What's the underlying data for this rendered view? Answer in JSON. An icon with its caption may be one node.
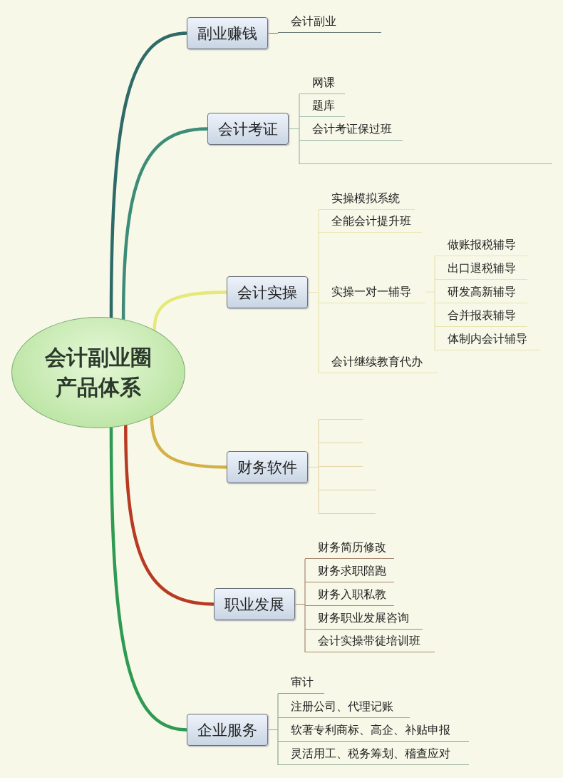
{
  "diagram": {
    "nodes": [
      {
        "text": [
          "会计副业圈产品体系"
        ]
      },
      {
        "text": [
          "副业赚钱"
        ]
      },
      {
        "text": [
          "会计副业"
        ]
      },
      {
        "text": [
          "会计考证"
        ]
      },
      {
        "text": [
          "网课"
        ]
      },
      {
        "text": [
          "题库"
        ]
      },
      {
        "text": [
          "会计考证保过班"
        ]
      },
      {
        "text": [],
        "shape": "bar"
      },
      {
        "text": [
          "会计实操"
        ]
      },
      {
        "text": [
          "实操模拟系统"
        ]
      },
      {
        "text": [
          "全能会计提升班"
        ]
      },
      {
        "text": [
          "实操一对一辅导"
        ]
      },
      {
        "text": [
          "做账报税辅导"
        ]
      },
      {
        "text": [
          "出口退税辅导"
        ]
      },
      {
        "text": [
          "研发高新辅导"
        ]
      },
      {
        "text": [
          "合并报表辅导"
        ]
      },
      {
        "text": [
          "体制内会计辅导"
        ]
      },
      {
        "text": [
          "会计继续教育代办"
        ]
      },
      {
        "text": [
          "财务软件"
        ]
      },
      {
        "text": [],
        "shape": "bar"
      },
      {
        "text": [],
        "shape": "bar"
      },
      {
        "text": [],
        "shape": "bar"
      },
      {
        "text": [],
        "shape": "bar"
      },
      {
        "text": [],
        "shape": "bar"
      },
      {
        "text": [
          "职业发展"
        ]
      },
      {
        "text": [
          "财务简历修改"
        ]
      },
      {
        "text": [
          "财务求职陪跑"
        ]
      },
      {
        "text": [
          "财务入职私教"
        ]
      },
      {
        "text": [
          "财务职业发展咨询"
        ]
      },
      {
        "text": [
          "会计实操带徒培训班"
        ]
      },
      {
        "text": [
          "企业服务"
        ]
      },
      {
        "text": [
          "审计"
        ]
      },
      {
        "text": [
          "注册公司、代理记账"
        ]
      },
      {
        "text": [
          "软著专利商标、高企、补贴申报"
        ]
      },
      {
        "text": [
          "灵活用工、税务筹划、稽查应对"
        ]
      }
    ],
    "edges": [
      {
        "from": 0,
        "to": 1,
        "arrow": "none",
        "style": "thick",
        "color": "#2e6a68"
      },
      {
        "from": 1,
        "to": 2,
        "arrow": "none",
        "color": "#6a7a78"
      },
      {
        "from": 0,
        "to": 3,
        "arrow": "none",
        "style": "thick",
        "color": "#3c8c78"
      },
      {
        "from": 3,
        "to": 4,
        "arrow": "none",
        "color": "#9ab8a8"
      },
      {
        "from": 3,
        "to": 5,
        "arrow": "none",
        "color": "#9ab8a8"
      },
      {
        "from": 3,
        "to": 6,
        "arrow": "none",
        "color": "#9ab8a8"
      },
      {
        "from": 3,
        "to": 7,
        "arrow": "none",
        "color": "#9ab8a8"
      },
      {
        "from": 0,
        "to": 8,
        "arrow": "none",
        "style": "thick",
        "color": "#e6e87a"
      },
      {
        "from": 8,
        "to": 9,
        "arrow": "none",
        "color": "#e8e4b0"
      },
      {
        "from": 8,
        "to": 10,
        "arrow": "none",
        "color": "#e8e4b0"
      },
      {
        "from": 8,
        "to": 11,
        "arrow": "none",
        "color": "#e8e4b0"
      },
      {
        "from": 11,
        "to": 12,
        "arrow": "none",
        "color": "#e8e4b0"
      },
      {
        "from": 11,
        "to": 13,
        "arrow": "none",
        "color": "#e8e4b0"
      },
      {
        "from": 11,
        "to": 14,
        "arrow": "none",
        "color": "#e8e4b0"
      },
      {
        "from": 11,
        "to": 15,
        "arrow": "none",
        "color": "#e8e4b0"
      },
      {
        "from": 11,
        "to": 16,
        "arrow": "none",
        "color": "#e8e4b0"
      },
      {
        "from": 8,
        "to": 17,
        "arrow": "none",
        "color": "#e8e4b0"
      },
      {
        "from": 0,
        "to": 18,
        "arrow": "none",
        "style": "thick",
        "color": "#d4b048"
      },
      {
        "from": 18,
        "to": 19,
        "arrow": "none",
        "color": "#e4d4a8"
      },
      {
        "from": 18,
        "to": 20,
        "arrow": "none",
        "color": "#e4d4a8"
      },
      {
        "from": 18,
        "to": 21,
        "arrow": "none",
        "color": "#e4d4a8"
      },
      {
        "from": 18,
        "to": 22,
        "arrow": "none",
        "color": "#e4d4a8"
      },
      {
        "from": 18,
        "to": 23,
        "arrow": "none",
        "color": "#e4d4a8"
      },
      {
        "from": 0,
        "to": 24,
        "arrow": "none",
        "style": "thick",
        "color": "#b83a22"
      },
      {
        "from": 24,
        "to": 25,
        "arrow": "none",
        "color": "#a88870"
      },
      {
        "from": 24,
        "to": 26,
        "arrow": "none",
        "color": "#a88870"
      },
      {
        "from": 24,
        "to": 27,
        "arrow": "none",
        "color": "#a88870"
      },
      {
        "from": 24,
        "to": 28,
        "arrow": "none",
        "color": "#a88870"
      },
      {
        "from": 24,
        "to": 29,
        "arrow": "none",
        "color": "#a88870"
      },
      {
        "from": 0,
        "to": 30,
        "arrow": "none",
        "style": "thick",
        "color": "#2e9a52"
      },
      {
        "from": 30,
        "to": 31,
        "arrow": "none",
        "color": "#8aa890"
      },
      {
        "from": 30,
        "to": 32,
        "arrow": "none",
        "color": "#8aa890"
      },
      {
        "from": 30,
        "to": 33,
        "arrow": "none",
        "color": "#8aa890"
      },
      {
        "from": 30,
        "to": 34,
        "arrow": "none",
        "color": "#8aa890"
      }
    ]
  }
}
